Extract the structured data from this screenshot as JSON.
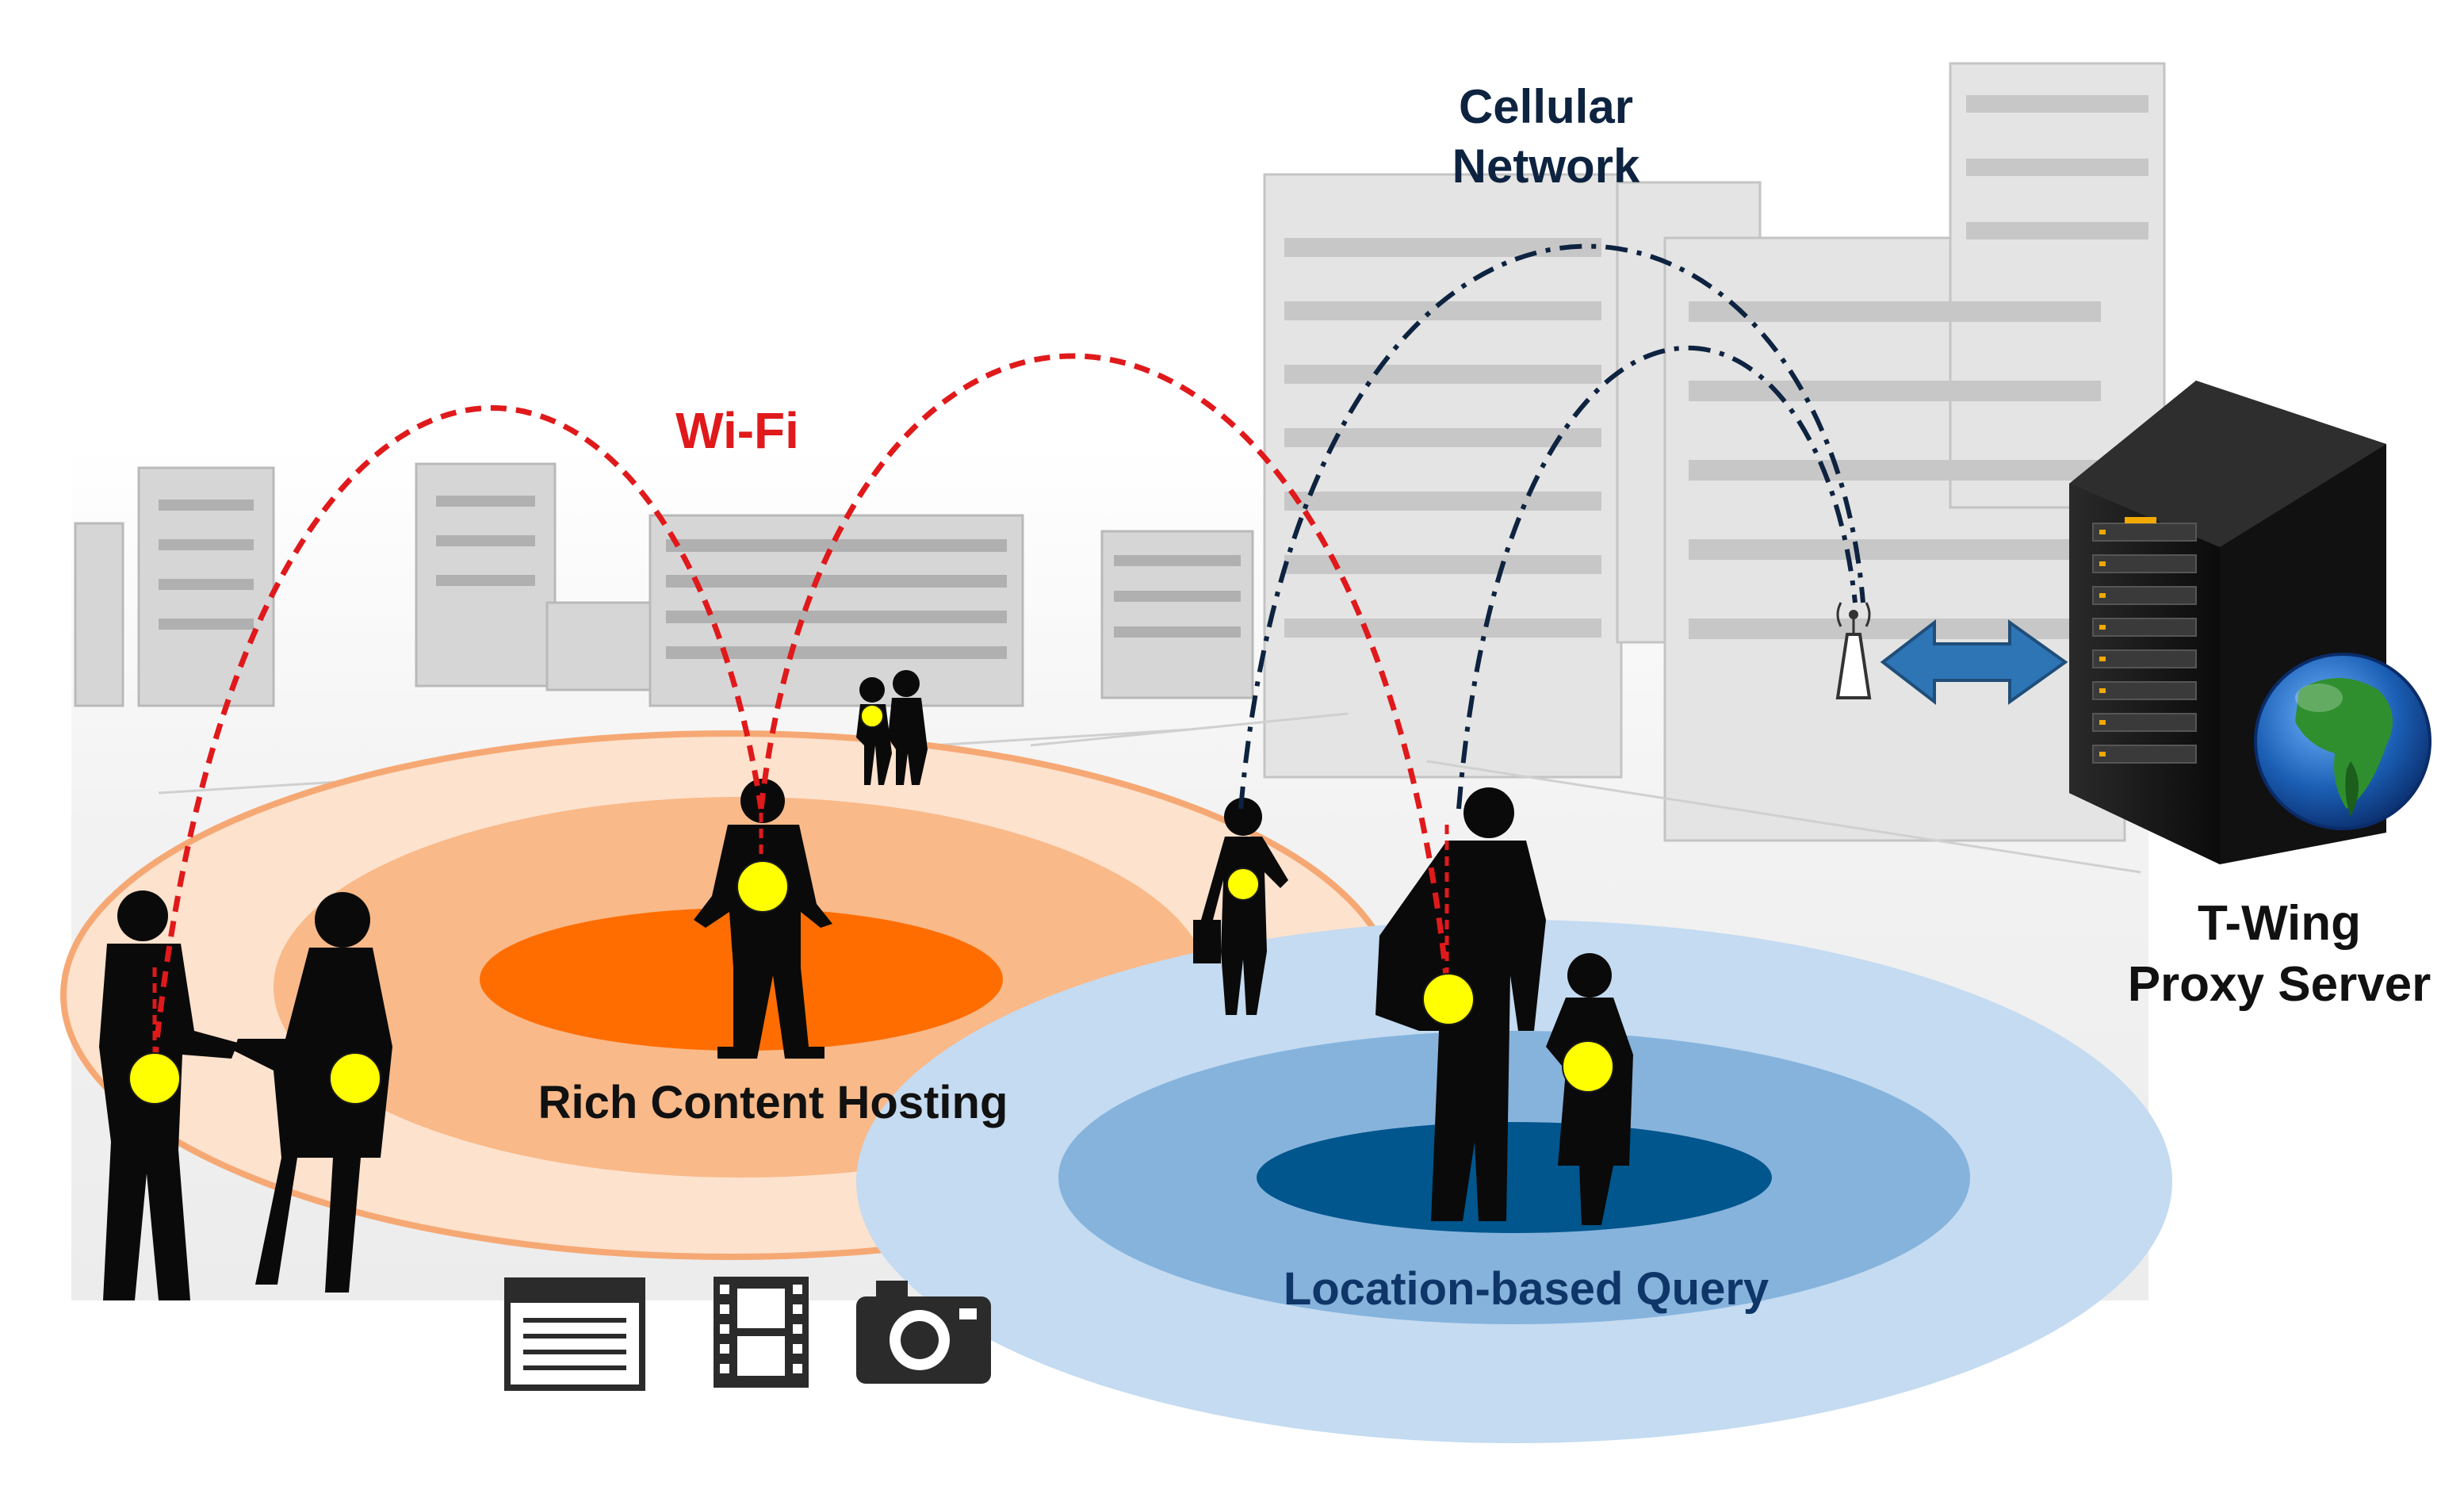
{
  "labels": {
    "wifi": "Wi-Fi",
    "cellular_line1": "Cellular",
    "cellular_line2": "Network",
    "rich_content": "Rich Content Hosting",
    "location_query": "Location-based Query",
    "server_line1": "T-Wing",
    "server_line2": "Proxy Server"
  },
  "colors": {
    "wifi": "#e0191b",
    "cellular": "#0d2340",
    "orange_outer": "#fbc9a5",
    "orange_mid": "#f7a165",
    "orange_inner": "#ff6d00",
    "blue_outer": "#c4dbf1",
    "blue_mid": "#86b3dc",
    "blue_inner": "#00568d",
    "location_text": "#0f3668",
    "device_dot": "#ffff00",
    "arrow": "#2e75b6"
  },
  "icons": [
    "clapperboard-icon",
    "film-strip-icon",
    "camera-icon",
    "antenna-icon",
    "server-rack-icon",
    "globe-icon",
    "double-arrow-icon"
  ]
}
